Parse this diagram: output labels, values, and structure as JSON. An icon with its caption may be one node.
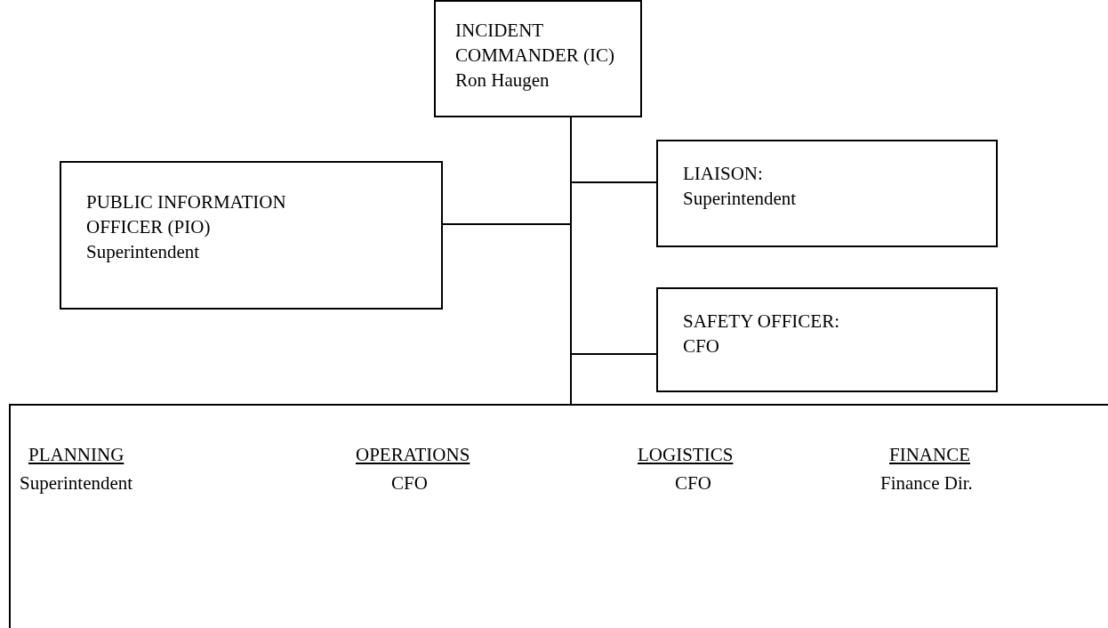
{
  "diagram": {
    "nodes": [
      {
        "text": [
          "INCIDENT COMMANDER (IC)",
          "Ron Haugen"
        ]
      },
      {
        "text": [
          "PUBLIC INFORMATION OFFICER (PIO)",
          "Superintendent"
        ]
      },
      {
        "text": [
          "LIAISON:",
          "Superintendent"
        ]
      },
      {
        "text": [
          "SAFETY OFFICER:",
          "CFO"
        ]
      },
      {
        "text": [],
        "shape": "box"
      },
      {
        "text": [
          "PLANNING",
          "Superintendent"
        ],
        "in": 4
      },
      {
        "text": [
          "OPERATIONS",
          "CFO"
        ],
        "in": 4
      },
      {
        "text": [
          "LOGISTICS",
          "CFO"
        ],
        "in": 4
      },
      {
        "text": [
          "FINANCE",
          "Finance Dir."
        ],
        "in": 4
      }
    ],
    "edges": [
      {
        "from": 0,
        "to": 2,
        "arrow": "none"
      },
      {
        "from": 0,
        "to": 1,
        "arrow": "none"
      },
      {
        "from": 0,
        "to": 3,
        "arrow": "none"
      },
      {
        "from": 0,
        "to": 4,
        "arrow": "none"
      }
    ]
  }
}
